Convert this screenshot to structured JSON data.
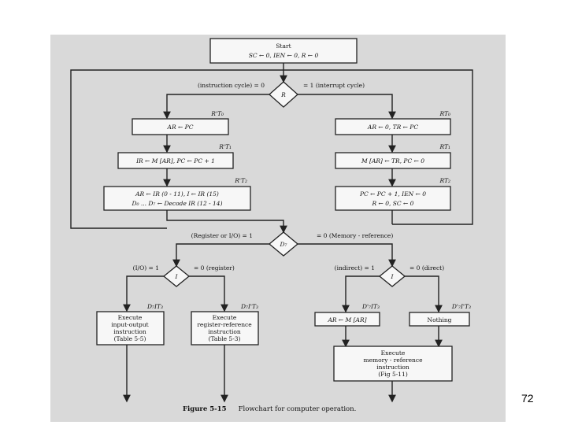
{
  "start": {
    "title": "Start",
    "assign": "SC ← 0, IEN ← 0, R ← 0"
  },
  "decision_r": {
    "label": "R",
    "left": "(instruction cycle)  = 0",
    "right": "= 1   (interrupt cycle)"
  },
  "instruction_cycle": [
    {
      "timing": "R'T₀",
      "text": "AR ← PC"
    },
    {
      "timing": "R'T₁",
      "text": "IR ← M [AR],  PC ← PC + 1"
    },
    {
      "timing": "R'T₂",
      "line1": "AR ← IR (0 - 11),  I ← IR (15)",
      "line2": "D₀ ... D₇ ← Decode IR (12 - 14)"
    }
  ],
  "interrupt_cycle": [
    {
      "timing": "RT₀",
      "text": "AR ← 0, TR ← PC"
    },
    {
      "timing": "RT₁",
      "text": "M [AR] ← TR,  PC ← 0"
    },
    {
      "timing": "RT₂",
      "line1": "PC ← PC + 1,  IEN ← 0",
      "line2": "R ← 0, SC ← 0"
    }
  ],
  "decision_d7": {
    "label": "D₇",
    "left": "(Register or I/O)  = 1",
    "right": "= 0   (Memory - reference)"
  },
  "decision_i_left": {
    "label": "I",
    "left": "(I/O)  = 1",
    "right": "= 0   (register)"
  },
  "decision_i_right": {
    "label": "I",
    "left": "(indirect)   = 1",
    "right": "= 0   (direct)"
  },
  "execute_io": {
    "timing": "D₇IT₃",
    "lines": [
      "Execute",
      "input-output",
      "instruction",
      "(Table 5-5)"
    ]
  },
  "execute_reg": {
    "timing": "D₇I'T₃",
    "lines": [
      "Execute",
      "register-reference",
      "instruction",
      "(Table 5-3)"
    ]
  },
  "indirect_box": {
    "timing": "D'₇IT₃",
    "text": "AR ← M [AR]"
  },
  "direct_box": {
    "timing": "D'₇I'T₃",
    "text": "Nothing"
  },
  "execute_mem": {
    "lines": [
      "Execute",
      "memory - reference",
      "instruction",
      "(Fig 5-11)"
    ]
  },
  "caption": {
    "figure": "Figure 5-15",
    "text": "Flowchart for computer operation."
  },
  "page_number": "72"
}
